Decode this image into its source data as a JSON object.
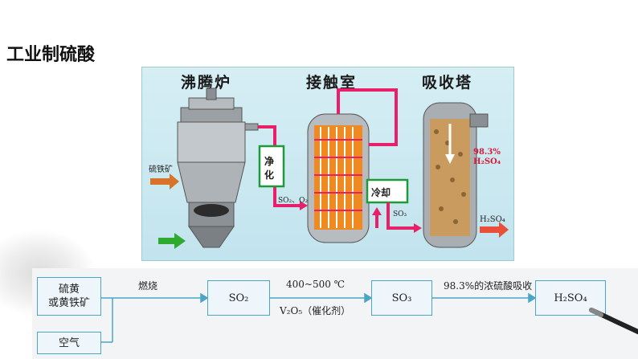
{
  "title": "工业制硫酸",
  "illustration": {
    "stages": [
      "沸腾炉",
      "接触室",
      "吸收塔"
    ],
    "labels": {
      "ore": "硫铁矿",
      "purify": "净化",
      "cool": "冷却",
      "gas_in_l1": "SO₂、O₂",
      "so3": "SO₃",
      "acid": "98.3%",
      "acid2": "H₂SO₄",
      "product": "H₂SO₄"
    }
  },
  "flow": {
    "raw_material": "硫黄\n或黄铁矿",
    "air": "空气",
    "step1_label": "燃烧",
    "so2": "SO₂",
    "step2_top": "400~500 ℃",
    "step2_bottom": "V₂O₅（催化剂）",
    "so3": "SO₃",
    "step3_label": "98.3%的浓硫酸吸收",
    "product": "H₂SO₄"
  },
  "colors": {
    "flow_arrow": "#4aa5c7",
    "pipe": "#e8206a",
    "green_arrow": "#2eaa2e",
    "orange_arrow": "#d9732a",
    "purify_box": "#1f9a3a"
  }
}
